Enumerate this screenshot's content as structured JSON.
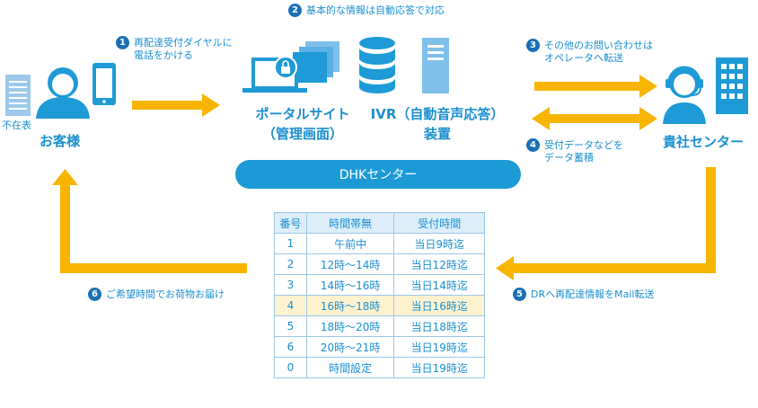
{
  "steps": {
    "s1": {
      "num": "1",
      "line1": "再配達受付ダイヤルに",
      "line2": "電話をかける"
    },
    "s2": {
      "num": "2",
      "text": "基本的な情報は自動応答で対応"
    },
    "s3": {
      "num": "3",
      "line1": "その他のお問い合わせは",
      "line2": "オペレータへ転送"
    },
    "s4": {
      "num": "4",
      "line1": "受付データなどを",
      "line2": "データ蓄積"
    },
    "s5": {
      "num": "5",
      "text": "DRへ再配達情報をMail転送"
    },
    "s6": {
      "num": "6",
      "text": "ご希望時間でお荷物お届け"
    }
  },
  "customer": {
    "label": "お客様",
    "slip_label": "不在表"
  },
  "portal": {
    "line1": "ポータルサイト",
    "line2": "（管理画面）"
  },
  "ivr": {
    "line1": "IVR（自動音声応答）",
    "line2": "装置"
  },
  "center_bar": "DHKセンター",
  "company": {
    "label": "貴社センター"
  },
  "table": {
    "headers": [
      "番号",
      "時間帯無",
      "受付時間"
    ],
    "rows": [
      [
        "1",
        "午前中",
        "当日9時迄"
      ],
      [
        "2",
        "12時～14時",
        "当日12時迄"
      ],
      [
        "3",
        "14時～16時",
        "当日14時迄"
      ],
      [
        "4",
        "16時～18時",
        "当日16時迄"
      ],
      [
        "5",
        "18時～20時",
        "当日18時迄"
      ],
      [
        "6",
        "20時～21時",
        "当日19時迄"
      ],
      [
        "0",
        "時間設定",
        "当日19時迄"
      ]
    ],
    "highlight_row": "4"
  },
  "colors": {
    "arrow": "#f7b500",
    "icon": "#1e9ad6",
    "text": "#1a8fd0",
    "highlight": "#fff3cf"
  },
  "icons": [
    "document-icon",
    "person-icon",
    "smartphone-icon",
    "laptop-lock-icon",
    "database-icon",
    "server-icon",
    "operator-icon",
    "building-icon"
  ]
}
